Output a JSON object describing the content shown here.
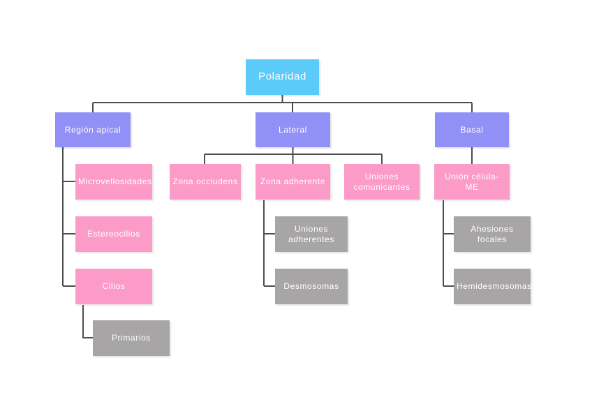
{
  "diagram": {
    "title": "Polaridad",
    "background": "#FFFFFF",
    "edge_color": "#4D4D4D",
    "colors": {
      "root": "#5BCBFA",
      "level2": "#9190F7",
      "level3": "#FC9BC8",
      "level4": "#A7A5A5",
      "text": "#FFFFFF"
    },
    "nodes": {
      "root": {
        "label": "Polaridad",
        "level": "root"
      },
      "region_apical": {
        "label": "Región apical",
        "level": "level2"
      },
      "lateral": {
        "label": "Lateral",
        "level": "level2"
      },
      "basal": {
        "label": "Basal",
        "level": "level2"
      },
      "microvellosidades": {
        "label": "Microvellosidades",
        "level": "level3"
      },
      "estereocilios": {
        "label": "Estereocilios",
        "level": "level3"
      },
      "cilios": {
        "label": "Cilios",
        "level": "level3"
      },
      "zona_occludens": {
        "label": "Zona occludens",
        "level": "level3"
      },
      "zona_adherente": {
        "label": "Zona adherente",
        "level": "level3"
      },
      "uniones_comunicantes": {
        "label": "Uniones\ncomunicantes",
        "level": "level3"
      },
      "union_celula_me": {
        "label": "Unión célula- ME",
        "level": "level3"
      },
      "primarios": {
        "label": "Primarios",
        "level": "level4"
      },
      "uniones_adherentes": {
        "label": "Uniones\nadherentes",
        "level": "level4"
      },
      "desmosomas": {
        "label": "Desmosomas",
        "level": "level4"
      },
      "ahesiones_focales": {
        "label": "Ahesiones focales",
        "level": "level4"
      },
      "hemidesmosomas": {
        "label": "Hemidesmosomas",
        "level": "level4"
      }
    },
    "edges": [
      {
        "from": "root",
        "to": "region_apical"
      },
      {
        "from": "root",
        "to": "lateral"
      },
      {
        "from": "root",
        "to": "basal"
      },
      {
        "from": "region_apical",
        "to": "microvellosidades"
      },
      {
        "from": "region_apical",
        "to": "estereocilios"
      },
      {
        "from": "region_apical",
        "to": "cilios"
      },
      {
        "from": "cilios",
        "to": "primarios"
      },
      {
        "from": "lateral",
        "to": "zona_occludens"
      },
      {
        "from": "lateral",
        "to": "zona_adherente"
      },
      {
        "from": "lateral",
        "to": "uniones_comunicantes"
      },
      {
        "from": "zona_adherente",
        "to": "uniones_adherentes"
      },
      {
        "from": "zona_adherente",
        "to": "desmosomas"
      },
      {
        "from": "basal",
        "to": "union_celula_me"
      },
      {
        "from": "union_celula_me",
        "to": "ahesiones_focales"
      },
      {
        "from": "union_celula_me",
        "to": "hemidesmosomas"
      }
    ]
  }
}
